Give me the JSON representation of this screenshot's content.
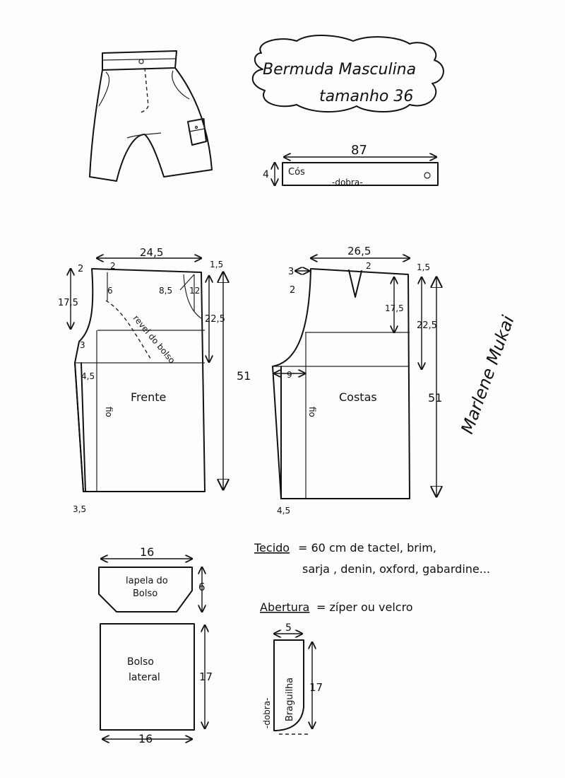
{
  "title": {
    "line1": "Bermuda Masculina",
    "line2": "tamanho 36"
  },
  "waistband": {
    "label": "Cós",
    "fold": "-dobra-",
    "length": "87",
    "height": "4"
  },
  "front": {
    "label": "Frente",
    "grain": "fio",
    "pocket_facing": "revel do bolso",
    "measures": {
      "top_width": "24,5",
      "top_left_rise": "2",
      "top_mid_rise": "2",
      "top_right": "1,5",
      "pocket_depth_left": "17,5",
      "pocket_slant": "6",
      "pocket_diag": "8,5",
      "pocket_side": "12",
      "hip_line": "22,5",
      "length": "51",
      "crotch_in": "3",
      "crotch_ext": "4,5",
      "hem_in": "3,5"
    }
  },
  "back": {
    "label": "Costas",
    "grain": "fio",
    "measures": {
      "top_width": "26,5",
      "top_left": "3",
      "top_left_down": "2",
      "dart_width": "2",
      "top_right": "1,5",
      "dart_depth": "17,5",
      "hip_line": "22,5",
      "length": "51",
      "crotch_ext": "9",
      "hem_in": "4,5"
    }
  },
  "fabric_note": {
    "label": "Tecido",
    "line1": "= 60 cm de tactel, brim,",
    "line2": "sarja , denin, oxford, gabardine..."
  },
  "opening_note": {
    "label": "Abertura",
    "text": "= zíper ou velcro"
  },
  "pocket_flap": {
    "label_line1": "lapela do",
    "label_line2": "Bolso",
    "width": "16",
    "height": "6"
  },
  "side_pocket": {
    "label_line1": "Bolso",
    "label_line2": "lateral",
    "width": "16",
    "height": "17"
  },
  "fly": {
    "label": "Braguilha",
    "fold": "-dobra-",
    "width": "5",
    "height": "17"
  },
  "signature": "Marlene Mukai"
}
